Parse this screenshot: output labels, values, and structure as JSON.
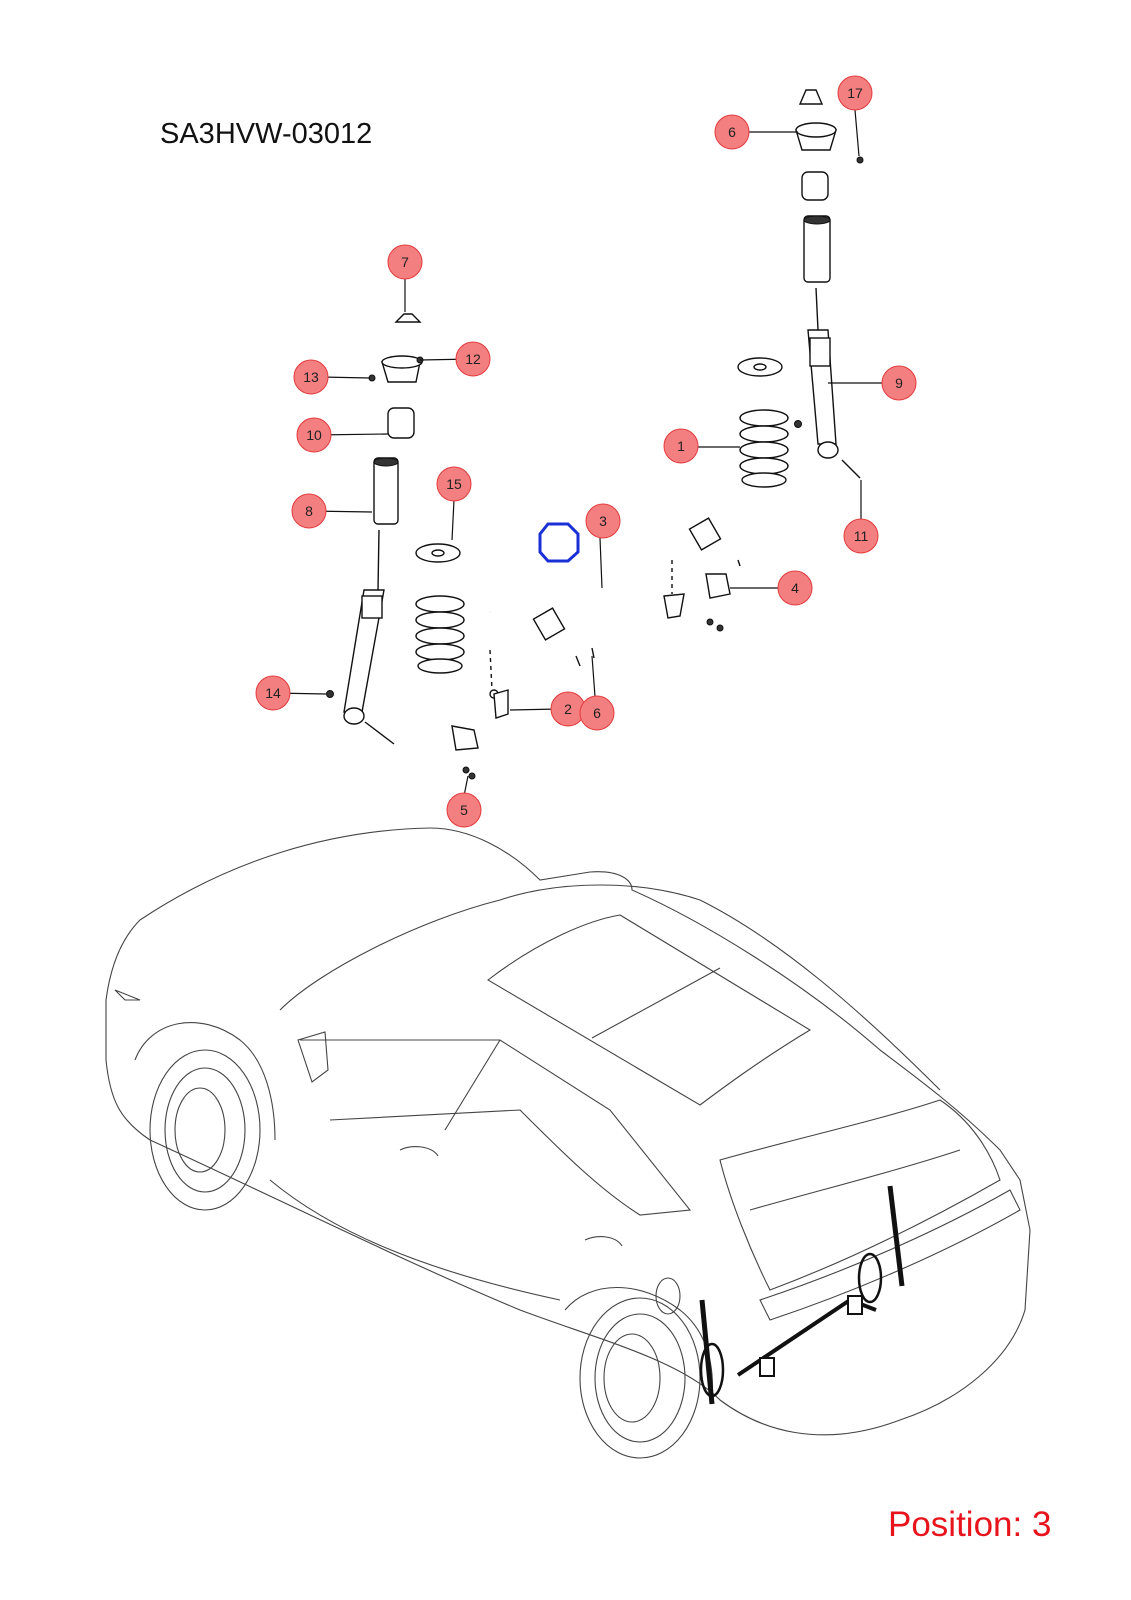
{
  "drawing_code": "SA3HVW-03012",
  "position_label": "Position: 3",
  "colors": {
    "callout_fill": "#f47f80",
    "callout_stroke": "#e23a3c",
    "position_text": "#e8141c",
    "selection_marker": "#1a2fd6"
  },
  "selected_part": "3",
  "callouts": [
    {
      "id": "c1",
      "label": "1"
    },
    {
      "id": "c2",
      "label": "2"
    },
    {
      "id": "c3",
      "label": "3"
    },
    {
      "id": "c4",
      "label": "4"
    },
    {
      "id": "c5",
      "label": "5"
    },
    {
      "id": "c6a",
      "label": "6"
    },
    {
      "id": "c6b",
      "label": "6"
    },
    {
      "id": "c7",
      "label": "7"
    },
    {
      "id": "c8",
      "label": "8"
    },
    {
      "id": "c9",
      "label": "9"
    },
    {
      "id": "c10",
      "label": "10"
    },
    {
      "id": "c11",
      "label": "11"
    },
    {
      "id": "c12",
      "label": "12"
    },
    {
      "id": "c13",
      "label": "13"
    },
    {
      "id": "c14",
      "label": "14"
    },
    {
      "id": "c15",
      "label": "15"
    },
    {
      "id": "c17",
      "label": "17"
    }
  ]
}
